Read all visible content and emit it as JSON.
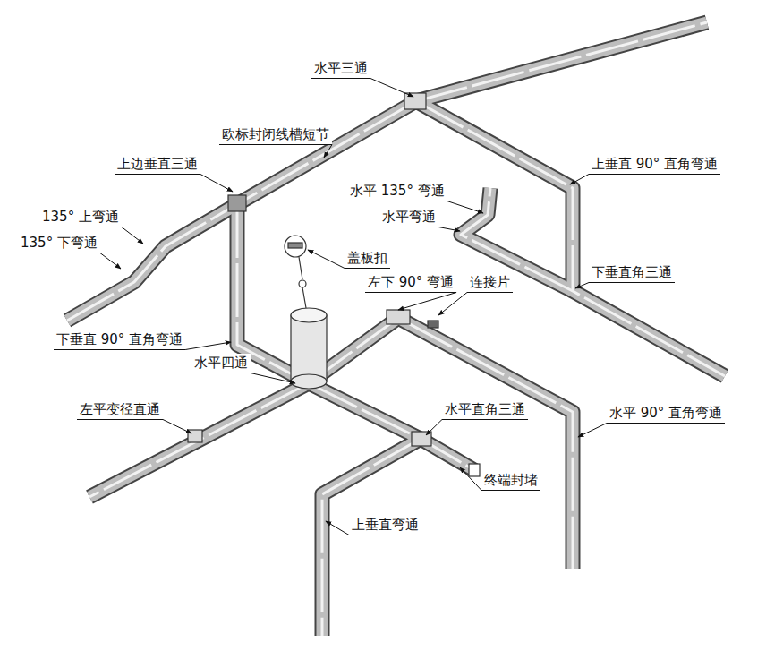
{
  "diagram": {
    "labels": [
      "水平三通",
      "欧标封闭线槽短节",
      "上垂直 90° 直角弯通",
      "上边垂直三通",
      "水平 135° 弯通",
      "水平弯通",
      "135° 上弯通",
      "135° 下弯通",
      "盖板扣",
      "下垂直角三通",
      "左下 90° 弯通",
      "连接片",
      "下垂直 90° 直角弯通",
      "水平四通",
      "左平变径直通",
      "水平直角三通",
      "水平 90° 直角弯通",
      "终端封堵",
      "上垂直弯通"
    ]
  }
}
